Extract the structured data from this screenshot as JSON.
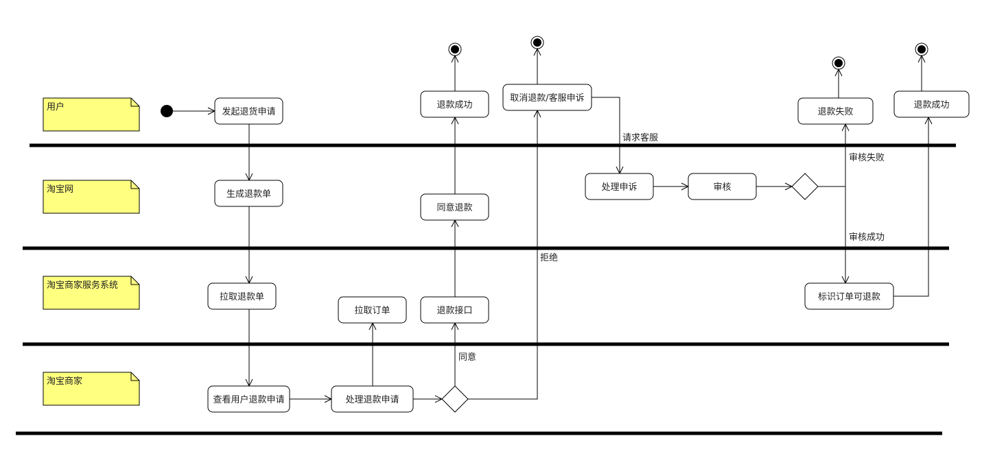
{
  "lanes": [
    {
      "name": "用户"
    },
    {
      "name": "淘宝网"
    },
    {
      "name": "淘宝商家服务系统"
    },
    {
      "name": "淘宝商家"
    }
  ],
  "states": {
    "initiate_return": "发起退货申请",
    "refund_success_1": "退款成功",
    "cancel_refund": "取消退款/客服申诉",
    "refund_fail": "退款失败",
    "refund_success_2": "退款成功",
    "generate_refund": "生成退款单",
    "agree_refund": "同意退款",
    "handle_appeal": "处理申诉",
    "review": "审核",
    "pull_refund": "拉取退款单",
    "pull_order": "拉取订单",
    "refund_api": "退款接口",
    "mark_refundable": "标识订单可退款",
    "view_request": "查看用户退款申请",
    "process_request": "处理退款申请"
  },
  "edge_labels": {
    "request_service": "请求客服",
    "review_fail": "审核失败",
    "review_success": "审核成功",
    "reject": "拒绝",
    "agree": "同意"
  }
}
